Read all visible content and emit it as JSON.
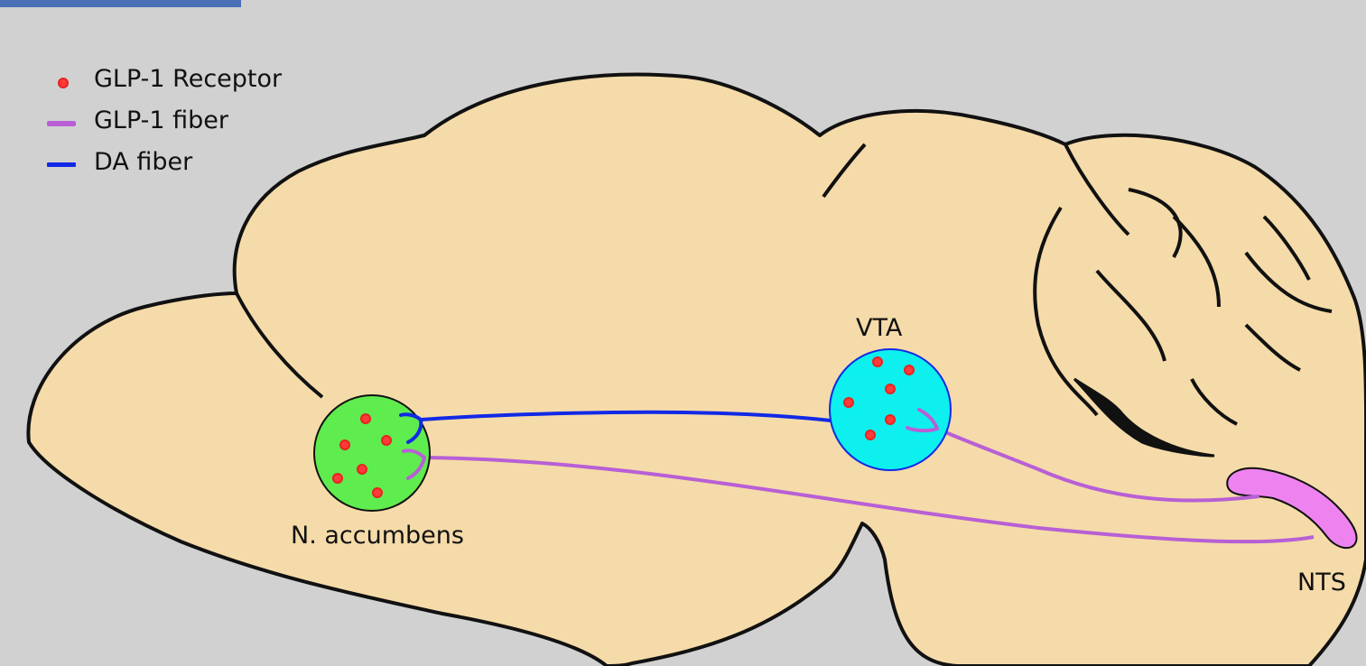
{
  "legend": [
    {
      "label": "GLP-1 Receptor",
      "symbol": "red-dot",
      "color": "#ff3a3a"
    },
    {
      "label": "GLP-1 fiber",
      "symbol": "purple-line",
      "color": "#b85fd6"
    },
    {
      "label": "DA fiber",
      "symbol": "blue-line",
      "color": "#1129e6"
    }
  ],
  "regions": {
    "nacc": {
      "label": "N. accumbens",
      "color": "#5fec4e"
    },
    "vta": {
      "label": "VTA",
      "color": "#0ef0ee"
    },
    "nts": {
      "label": "NTS",
      "color": "#ee83f0"
    }
  },
  "colors": {
    "background": "#d1d1d1",
    "brain": "#f5dba9",
    "outline": "#111111"
  }
}
